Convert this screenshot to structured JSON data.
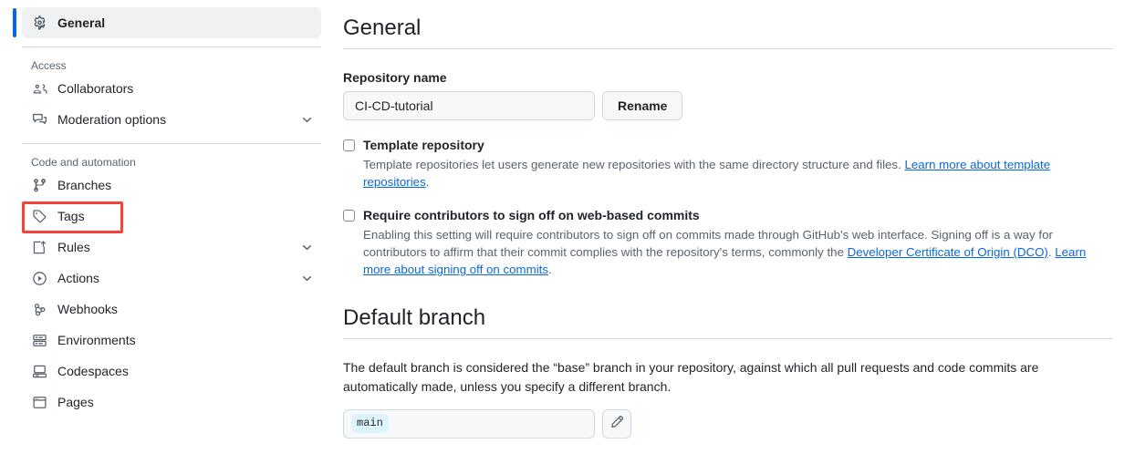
{
  "sidebar": {
    "items": [
      {
        "label": "General",
        "icon": "gear-icon",
        "selected": true,
        "chevron": false,
        "name": "general"
      }
    ],
    "sections": [
      {
        "heading": "Access",
        "items": [
          {
            "label": "Collaborators",
            "icon": "people-icon",
            "chevron": false,
            "name": "collaborators"
          },
          {
            "label": "Moderation options",
            "icon": "comment-discussion-icon",
            "chevron": true,
            "name": "moderation-options"
          }
        ]
      },
      {
        "heading": "Code and automation",
        "items": [
          {
            "label": "Branches",
            "icon": "git-branch-icon",
            "chevron": false,
            "name": "branches",
            "highlighted": true
          },
          {
            "label": "Tags",
            "icon": "tag-icon",
            "chevron": false,
            "name": "tags"
          },
          {
            "label": "Rules",
            "icon": "rules-icon",
            "chevron": true,
            "name": "rules"
          },
          {
            "label": "Actions",
            "icon": "play-circle-icon",
            "chevron": true,
            "name": "actions"
          },
          {
            "label": "Webhooks",
            "icon": "webhook-icon",
            "chevron": false,
            "name": "webhooks"
          },
          {
            "label": "Environments",
            "icon": "server-icon",
            "chevron": false,
            "name": "environments"
          },
          {
            "label": "Codespaces",
            "icon": "codespaces-icon",
            "chevron": false,
            "name": "codespaces"
          },
          {
            "label": "Pages",
            "icon": "browser-window-icon",
            "chevron": false,
            "name": "pages"
          }
        ]
      }
    ]
  },
  "main": {
    "title": "General",
    "repository_name": {
      "label": "Repository name",
      "value": "CI-CD-tutorial",
      "rename_button": "Rename"
    },
    "template_repository": {
      "title": "Template repository",
      "checked": false,
      "desc_before": "Template repositories let users generate new repositories with the same directory structure and files. ",
      "link": "Learn more about template repositories",
      "desc_after": "."
    },
    "signoff_commits": {
      "title": "Require contributors to sign off on web-based commits",
      "checked": false,
      "desc_part1": "Enabling this setting will require contributors to sign off on commits made through GitHub's web interface. Signing off is a way for contributors to affirm that their commit complies with the repository's terms, commonly the ",
      "link1": "Developer Certificate of Origin (DCO)",
      "desc_part2": ". ",
      "link2": "Learn more about signing off on commits",
      "desc_part3": "."
    },
    "default_branch": {
      "title": "Default branch",
      "description": "The default branch is considered the “base” branch in your repository, against which all pull requests and code commits are automatically made, unless you specify a different branch.",
      "branch_name": "main",
      "edit_button_icon": "pencil-icon"
    }
  },
  "colors": {
    "accent": "#0969da",
    "annotation": "#f4443a",
    "link": "#0969da",
    "muted": "#59636e",
    "border": "#d1d9e0",
    "selected_bg": "#f0f1f2",
    "input_bg": "#f6f8fa",
    "chip_bg": "#ddf4ff"
  }
}
